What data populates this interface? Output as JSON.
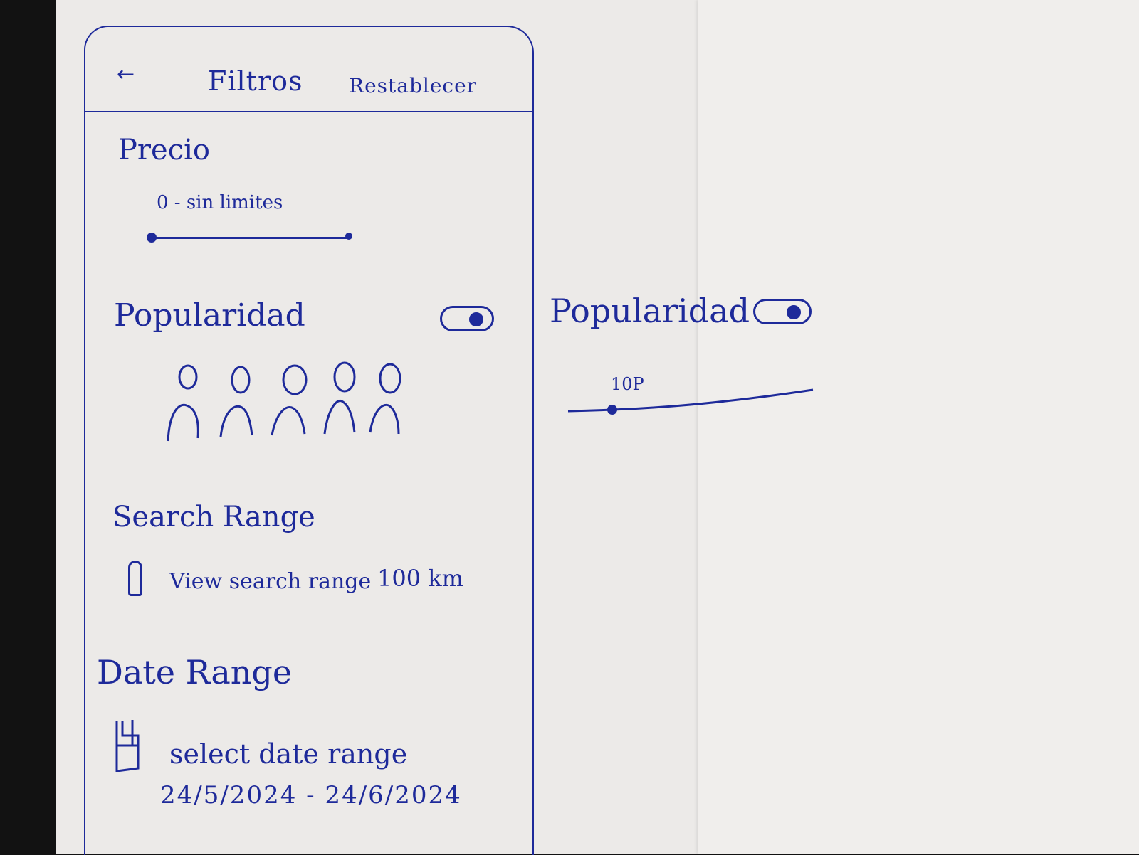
{
  "header": {
    "back_icon": "arrow-left-icon",
    "title": "Filtros",
    "reset_label": "Restablecer"
  },
  "price": {
    "title": "Precio",
    "range_text": "0 - sin limites"
  },
  "popularity": {
    "title": "Popularidad",
    "toggle_on": true,
    "people_icon_count": 5
  },
  "search_range": {
    "title": "Search Range",
    "option_label": "View search range",
    "value": "100 km"
  },
  "date_range": {
    "title": "Date Range",
    "option_label": "select date range",
    "dates": "24/5/2024 - 24/6/2024"
  },
  "popularity_detail": {
    "title": "Popularidad",
    "toggle_on": true,
    "slider_value": "10P"
  }
}
